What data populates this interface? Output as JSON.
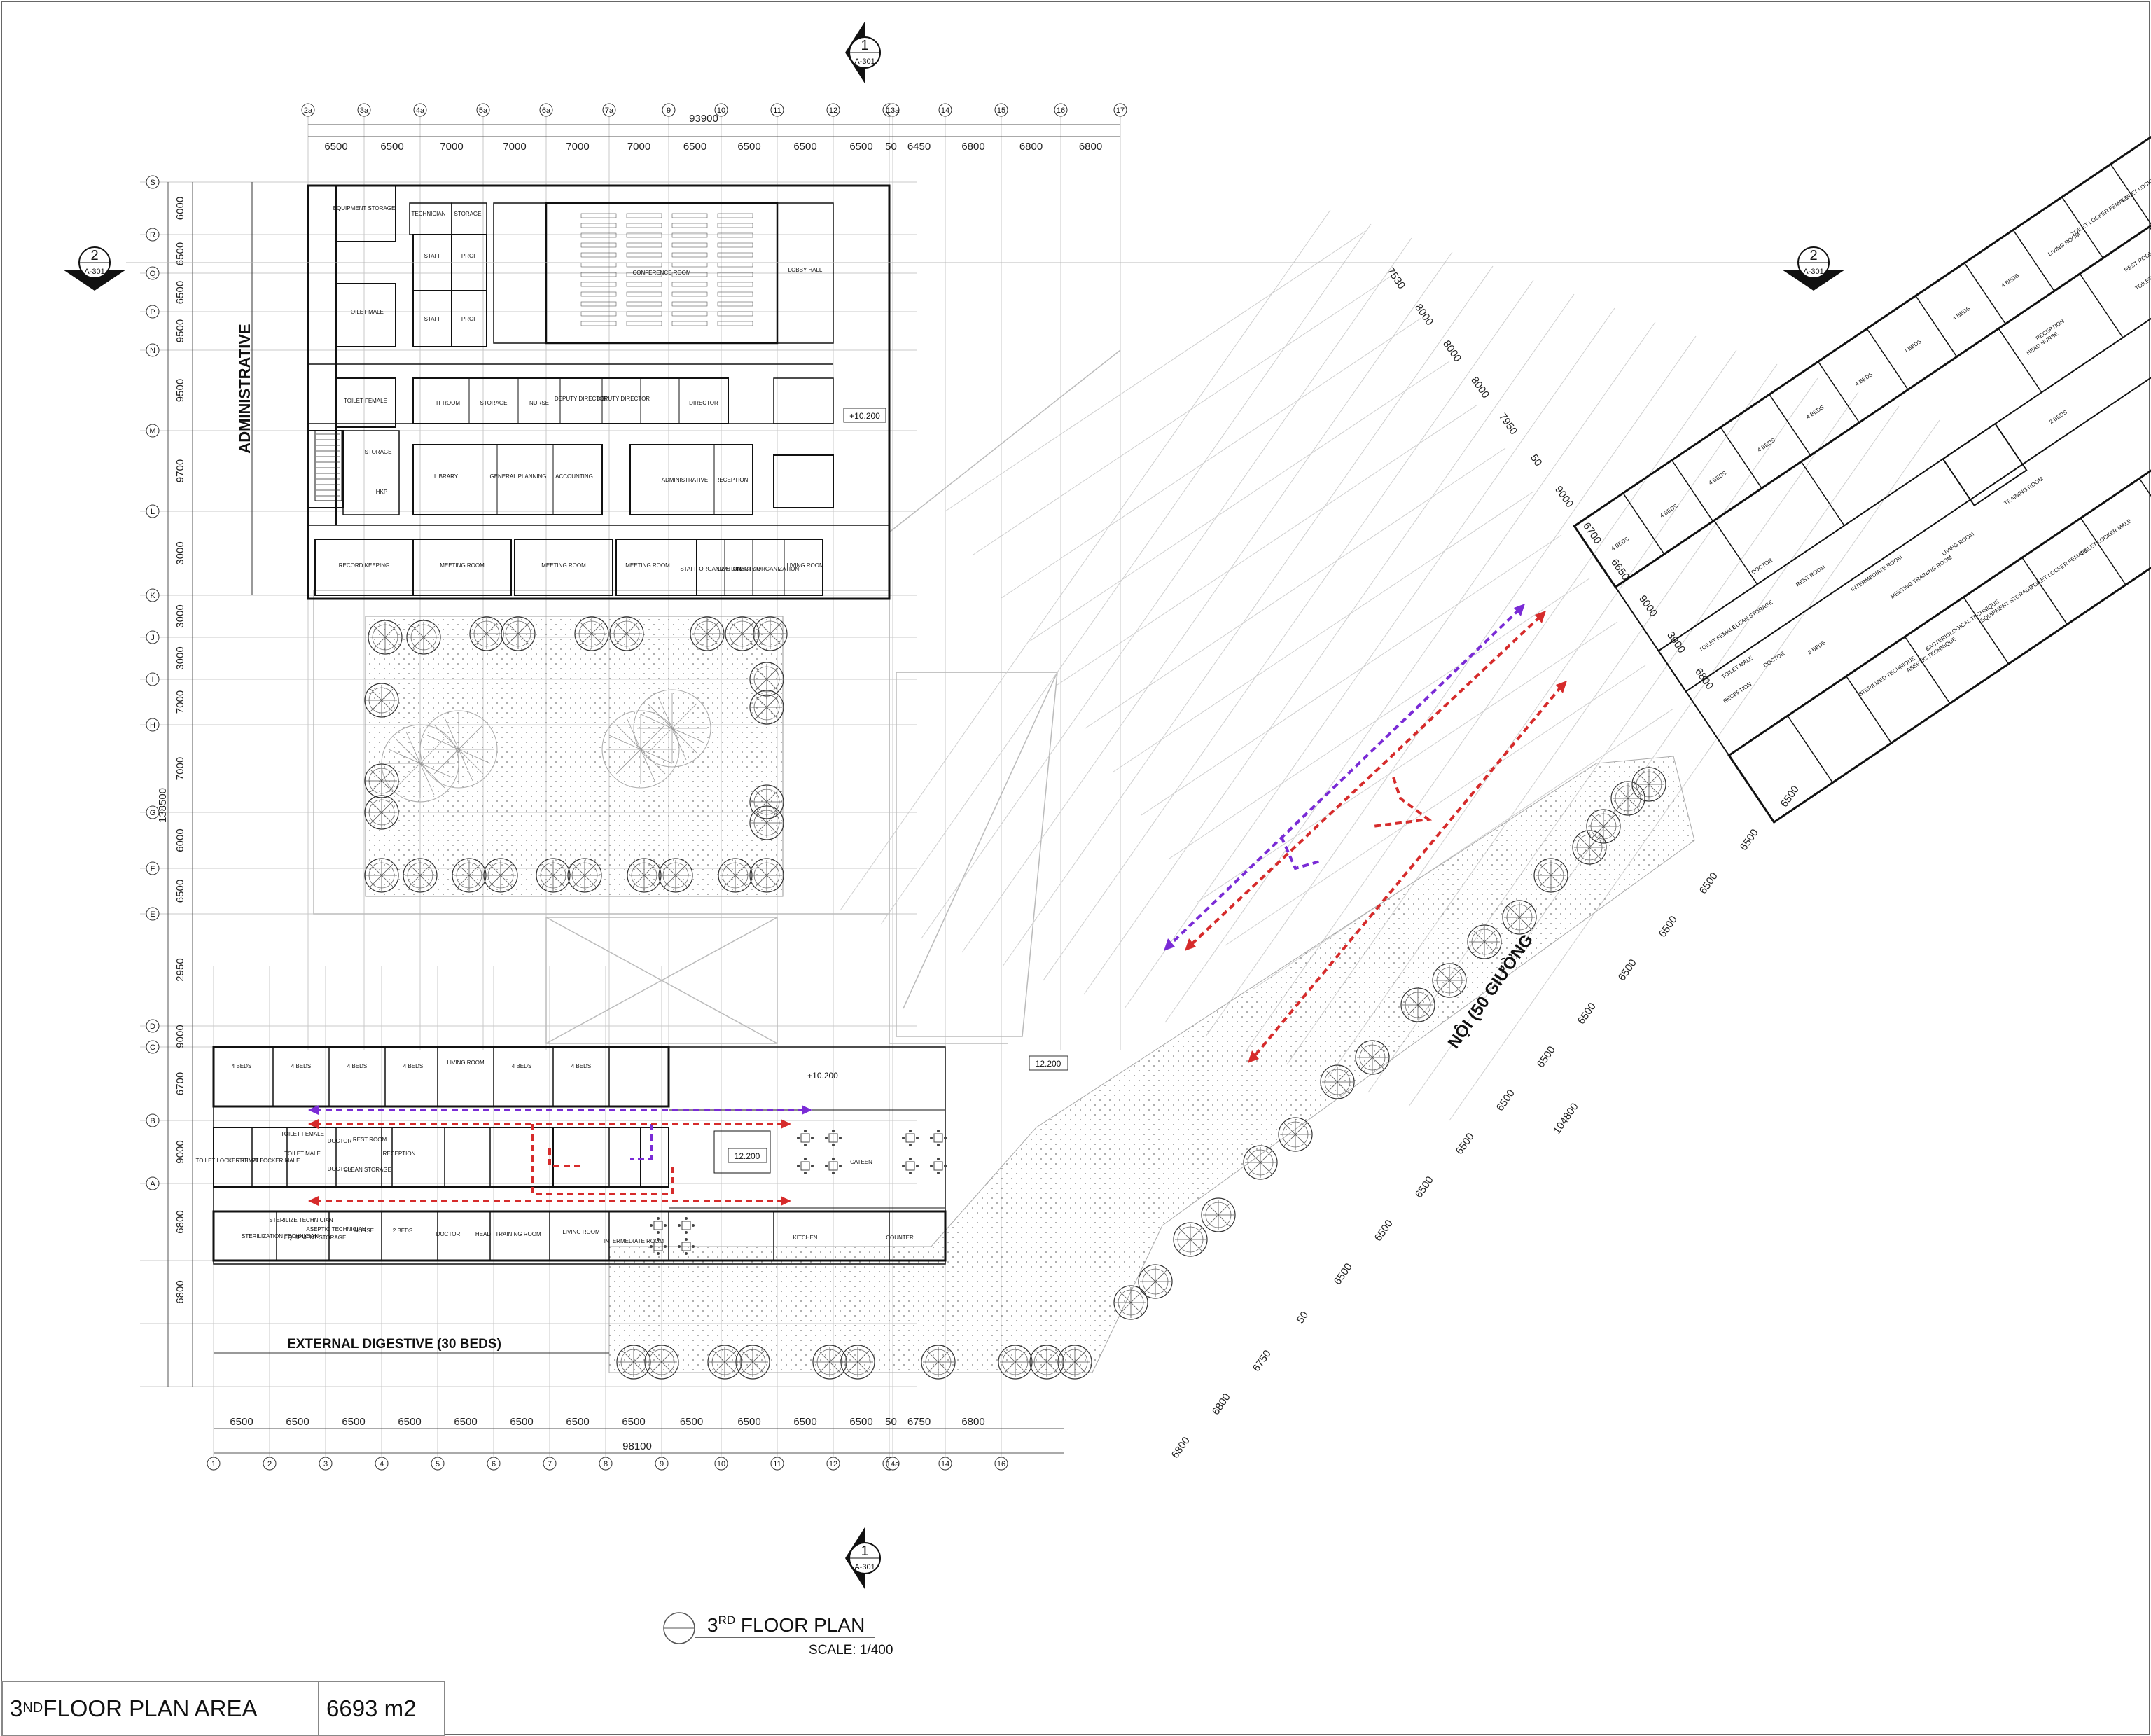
{
  "drawing": {
    "title_prefix": "3",
    "title_sup": "RD",
    "title_rest": " FLOOR PLAN",
    "scale": "SCALE: 1/400"
  },
  "area_table": {
    "label_prefix": "3",
    "label_sup": "ND",
    "label_rest": " FLOOR PLAN AREA",
    "value": "6693 m2"
  },
  "wing_labels": {
    "administrative": "ADMINISTRATIVE",
    "external_digestive": "EXTERNAL DIGESTIVE  (30 BEDS)",
    "noi": "NỘI (50 GIƯỜNG"
  },
  "section_markers": {
    "number_1": "1",
    "number_2": "2",
    "ref": "A-301"
  },
  "levels": {
    "admin": "+10.200",
    "digestive": "+10.200",
    "corridor": "12.200",
    "noi": "12.200"
  },
  "top_dims": {
    "total": "93900",
    "spans": [
      "6500",
      "6500",
      "7000",
      "7000",
      "7000",
      "7000",
      "6500",
      "6500",
      "6500",
      "6500",
      "50",
      "6450",
      "6800",
      "6800",
      "6800"
    ],
    "axes": [
      "2a",
      "3a",
      "4a",
      "5a",
      "6a",
      "7a",
      "9",
      "10",
      "11",
      "12",
      "13",
      "13a",
      "14",
      "15",
      "16",
      "17"
    ]
  },
  "bottom_dims": {
    "total": "98100",
    "spans": [
      "6500",
      "6500",
      "6500",
      "6500",
      "6500",
      "6500",
      "6500",
      "6500",
      "6500",
      "6500",
      "6500",
      "6500",
      "50",
      "6750",
      "6800"
    ],
    "axes": [
      "1",
      "2",
      "3",
      "4",
      "5",
      "6",
      "7",
      "8",
      "9",
      "10",
      "11",
      "12",
      "13",
      "14a",
      "14",
      "16"
    ]
  },
  "left_dims": {
    "total": "138500",
    "spans": [
      "6000",
      "6500",
      "6500",
      "9500",
      "9500",
      "9700",
      "3000",
      "3000",
      "3000",
      "7000",
      "7000",
      "6000",
      "6500",
      "2950",
      "9000",
      "6700",
      "9000",
      "6800",
      "6800"
    ],
    "axes": [
      "S",
      "R",
      "Q",
      "P",
      "N",
      "M",
      "L",
      "K",
      "J",
      "I",
      "H",
      "G",
      "F",
      "E",
      "D",
      "C",
      "B",
      "A"
    ]
  },
  "diag_dims": {
    "upper": [
      "7530",
      "8000",
      "8000",
      "8000",
      "7950",
      "50",
      "9000",
      "6700",
      "6650",
      "9000",
      "3000",
      "6800"
    ],
    "lower": [
      "6500",
      "6500",
      "6500",
      "6500",
      "6500",
      "6500",
      "6500",
      "6500",
      "6500",
      "6500",
      "6500",
      "6500",
      "50",
      "6750",
      "6800",
      "6800"
    ],
    "total": "104800"
  },
  "admin_rooms": [
    "EQUIPMENT STORAGE",
    "TECHNICIAN",
    "STORAGE",
    "STAFF",
    "PROF",
    "STAFF",
    "PROF",
    "CONFERENCE ROOM",
    "LOBBY HALL",
    "TOILET MALE",
    "TOILET FEMALE",
    "IT ROOM",
    "STORAGE",
    "NURSE",
    "DEPUTY DIRECTOR",
    "DEPUTY DIRECTOR",
    "DIRECTOR",
    "STORAGE",
    "HKP",
    "LIBRARY",
    "GENERAL PLANNING",
    "ACCOUNTING",
    "ADMINISTRATIVE",
    "RECEPTION",
    "RECORD KEEPING",
    "MEETING ROOM",
    "MEETING ROOM",
    "MEETING ROOM",
    "STAFF ORGANIZATION",
    "LINE DIRECTOR",
    "PARTY ORGANIZATION",
    "LIVING ROOM"
  ],
  "digestive_rooms": [
    "4 BEDS",
    "4 BEDS",
    "4 BEDS",
    "4 BEDS",
    "LIVING ROOM",
    "4 BEDS",
    "4 BEDS",
    "TOILET FEMALE",
    "TOILET MALE",
    "DOCTOR",
    "REST ROOM",
    "RECEPTION",
    "TOILET LOCKER FEMALE",
    "TOILET LOCKER MALE",
    "DOCTOR",
    "CLEAN STORAGE",
    "STERILIZE TECHNICIAN",
    "STERILIZATION TECHNICIAN",
    "EQUIPMENT STORAGE",
    "ASEPTIC TECHNICIAN",
    "NURSE",
    "2 BEDS",
    "DOCTOR",
    "HEAD",
    "TRAINING ROOM",
    "LIVING ROOM",
    "INTERMEDIATE ROOM",
    "KITCHEN",
    "COUNTER",
    "CATEEN"
  ],
  "noi_rooms": [
    "4 BEDS",
    "4 BEDS",
    "4 BEDS",
    "4 BEDS",
    "4 BEDS",
    "4 BEDS",
    "4 BEDS",
    "4 BEDS",
    "4 BEDS",
    "LIVING ROOM",
    "TOILET LOCKER FEMALE",
    "TOILET LOCKER MALE",
    "REST ROOM",
    "TOILET MALE",
    "TOILET FEMALE",
    "RECEPTION",
    "BACTERIOLOGICAL TECHNIQUE",
    "STERILIZED TECHNIQUE",
    "EQUIPMENT STORAGE",
    "HEAD NURSE",
    "2 BEDS",
    "TRAINING ROOM",
    "LIVING ROOM",
    "MEETING TRAINING ROOM",
    "INTERMEDIATE ROOM",
    "REST ROOM",
    "DOCTOR",
    "CLEAN STORAGE",
    "TOILET FEMALE",
    "TOILET MALE",
    "RECEPTION",
    "DOCTOR",
    "2 BEDS",
    "STERILIZED TECHNIQUE",
    "ASEPTIC TECHNIQUE",
    "BACTERIOLOGICAL TECHNIQUE",
    "EQUIPMENT STORAGE",
    "TOILET LOCKER FEMALE",
    "TOILET LOCKER MALE"
  ]
}
